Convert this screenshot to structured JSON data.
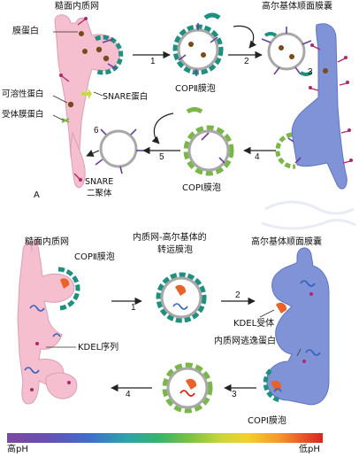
{
  "panel_a": {
    "label": "A",
    "rough_er": "糙面内质网",
    "membrane_protein": "膜蛋白",
    "soluble_protein": "可溶性蛋白",
    "receptor_membrane_protein": "受体膜蛋白",
    "snare_protein": "SNARE蛋白",
    "snare_dimer_line1": "SNARE",
    "snare_dimer_line2": "二聚体",
    "copii_vesicle": "COPⅡ膜泡",
    "copi_vesicle": "COPⅠ膜泡",
    "cis_golgi": "高尔基体顺面膜囊",
    "steps": [
      "1",
      "2",
      "3",
      "4",
      "5",
      "6"
    ]
  },
  "panel_b": {
    "rough_er": "糙面内质网",
    "copii_vesicle": "COPⅡ膜泡",
    "er_golgi_transport_line1": "内质网-高尔基体的",
    "er_golgi_transport_line2": "转运膜泡",
    "cis_golgi": "高尔基体顺面膜囊",
    "kdel_receptor": "KDEL受体",
    "kdel_sequence": "KDEL序列",
    "er_escape_protein": "内质网逃逸蛋白",
    "copi_vesicle": "COPⅠ膜泡",
    "steps": [
      "1",
      "2",
      "3",
      "4"
    ]
  },
  "ph_bar": {
    "high_label": "高pH",
    "low_label": "低pH"
  },
  "colors": {
    "er_pink": "#f5bfd0",
    "golgi_blue": "#7f93d6",
    "copii_teal": "#1f8f7e",
    "copi_green": "#7ab648",
    "membrane_gray": "#a8a8a8",
    "kdel_receptor_orange": "#e8622a"
  }
}
